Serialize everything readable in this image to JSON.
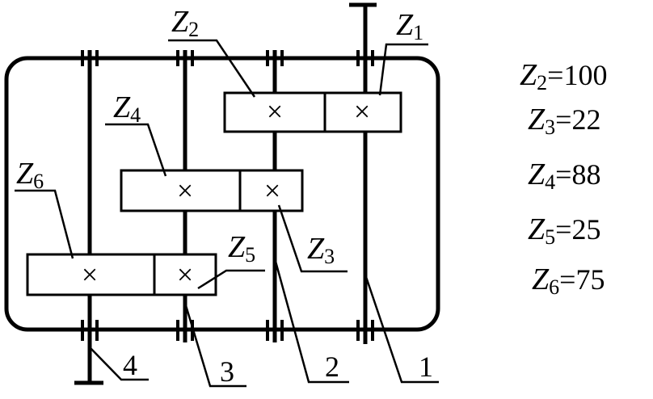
{
  "gears": [
    {
      "z": "Z",
      "sub": "1"
    },
    {
      "z": "Z",
      "sub": "2"
    },
    {
      "z": "Z",
      "sub": "3"
    },
    {
      "z": "Z",
      "sub": "4"
    },
    {
      "z": "Z",
      "sub": "5"
    },
    {
      "z": "Z",
      "sub": "6"
    }
  ],
  "shafts": [
    "1",
    "2",
    "3",
    "4"
  ],
  "teeth_list": [
    {
      "z": "Z",
      "sub": "2",
      "value": "=100"
    },
    {
      "z": "Z",
      "sub": "3",
      "value": "=22"
    },
    {
      "z": "Z",
      "sub": "4",
      "value": "=88"
    },
    {
      "z": "Z",
      "sub": "5",
      "value": "=25"
    },
    {
      "z": "Z",
      "sub": "6",
      "value": "=75"
    }
  ],
  "gear_mark": "×"
}
